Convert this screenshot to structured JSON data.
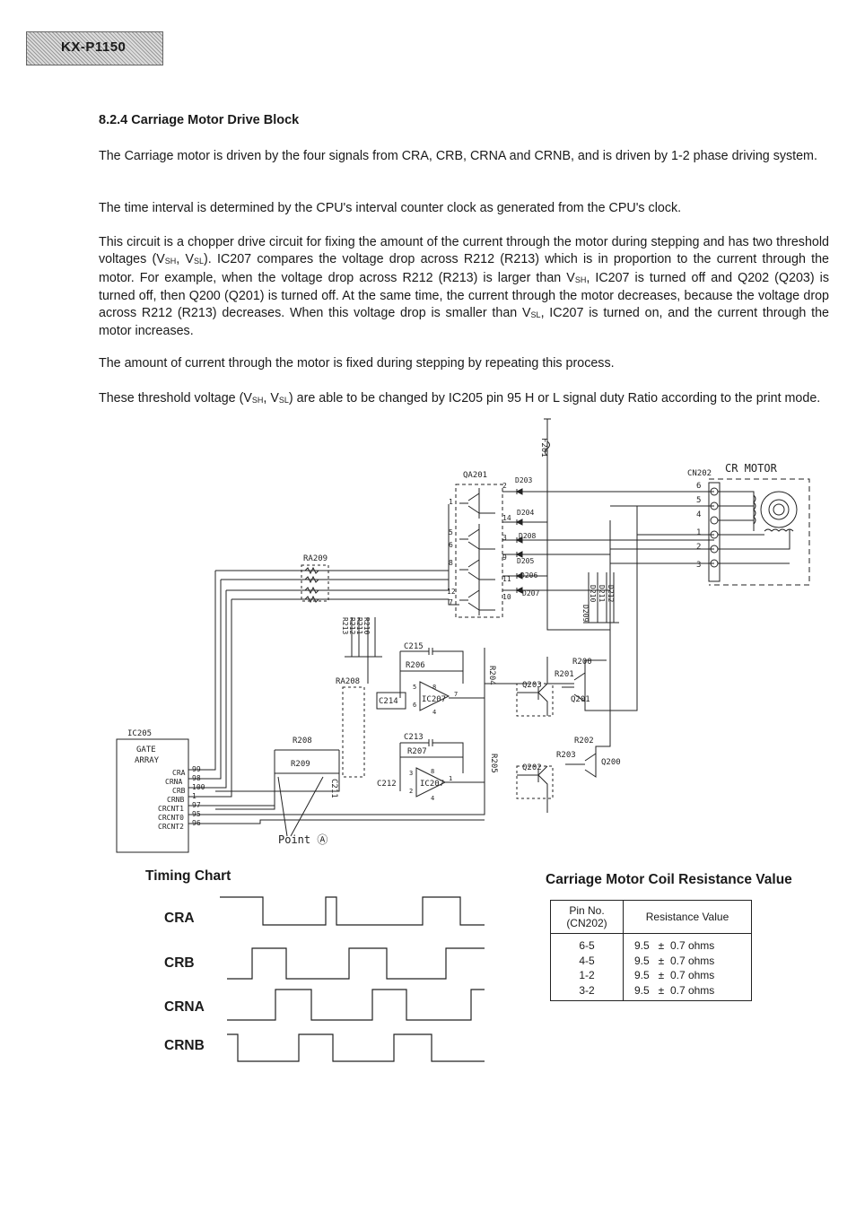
{
  "header": {
    "model": "KX-P1150"
  },
  "section": {
    "title": "8.2.4 Carriage Motor Drive Block",
    "p1": "The Carriage motor is driven by the four signals from CRA, CRB, CRNA and CRNB, and is driven by 1-2 phase driving system.",
    "p2": "The time interval is determined by the CPU's interval counter clock as generated from the CPU's clock.",
    "p3_a": "This circuit is a chopper drive circuit for fixing the amount of the current through the motor during stepping and has two threshold voltages (V",
    "p3_b": ", V",
    "p3_c": "). IC207 compares the voltage drop across R212 (R213) which is in proportion to the current through the motor. For example, when the voltage drop across R212 (R213) is larger than V",
    "p3_d": ", IC207 is turned off and Q202 (Q203) is turned off, then Q200 (Q201) is turned off. At the same time, the current through the motor decreases, because the voltage drop across R212 (R213) decreases. When this voltage drop is smaller than V",
    "p3_e": ", IC207 is turned on, and the current through the motor increases.",
    "sub_sh": "SH",
    "sub_sl": "SL",
    "p4": "The amount of current through the motor is fixed during stepping by repeating this process.",
    "p5_a": "These threshold voltage (V",
    "p5_b": ", V",
    "p5_c": ") are able to be changed by IC205 pin  95  H or L signal duty Ratio according to the print mode."
  },
  "schematic": {
    "motor_label": "CR MOTOR",
    "connector": "CN202",
    "connector_pins": [
      "6",
      "5",
      "4",
      "1",
      "2",
      "3"
    ],
    "transistor_array": "QA201",
    "array_pins": [
      "2",
      "1",
      "14",
      "5",
      "6",
      "3",
      "8",
      "9",
      "11",
      "12",
      "7",
      "10"
    ],
    "diodes": [
      "D203",
      "D204",
      "D208",
      "D205",
      "D206",
      "D207"
    ],
    "fuse": "F201",
    "resistor_array_1": "RA209",
    "resistor_array_2": "RA208",
    "sense_resistors": [
      "R213",
      "R212",
      "R211",
      "R210"
    ],
    "diodes_vertical": [
      "D209",
      "D210",
      "D211",
      "D212"
    ],
    "capacitors": [
      "C215",
      "C214",
      "C213",
      "C212",
      "C211"
    ],
    "resistors": [
      "R206",
      "R207",
      "R204",
      "R205",
      "R200",
      "R201",
      "R202",
      "R203",
      "R208",
      "R209"
    ],
    "ics": [
      "IC207",
      "IC207"
    ],
    "transistors": [
      "Q203",
      "Q201",
      "Q202",
      "Q200"
    ],
    "opamp_pins": [
      "5",
      "6",
      "8",
      "7",
      "4",
      "3",
      "2",
      "8",
      "1",
      "4"
    ],
    "gate_chip": "IC205",
    "gate_desc_1": "GATE",
    "gate_desc_2": "ARRAY",
    "gate_signals": [
      "CRA",
      "CRNA",
      "CRB",
      "CRNB",
      "CRCNT1",
      "CRCNT0",
      "CRCNT2"
    ],
    "gate_pins": [
      "99",
      "98",
      "100",
      "1",
      "97",
      "95",
      "96"
    ],
    "point_label": "Point Ⓐ"
  },
  "timing": {
    "title": "Timing Chart",
    "signals": [
      "CRA",
      "CRB",
      "CRNA",
      "CRNB"
    ]
  },
  "resistance": {
    "title": "Carriage Motor Coil Resistance Value",
    "col1_line1": "Pin No.",
    "col1_line2": "(CN202)",
    "col2": "Resistance Value",
    "rows": [
      {
        "pin": "6-5",
        "value": "9.5   ±  0.7 ohms"
      },
      {
        "pin": "4-5",
        "value": "9.5   ±  0.7 ohms"
      },
      {
        "pin": "1-2",
        "value": "9.5   ±  0.7 ohms"
      },
      {
        "pin": "3-2",
        "value": "9.5   ±  0.7 ohms"
      }
    ]
  }
}
